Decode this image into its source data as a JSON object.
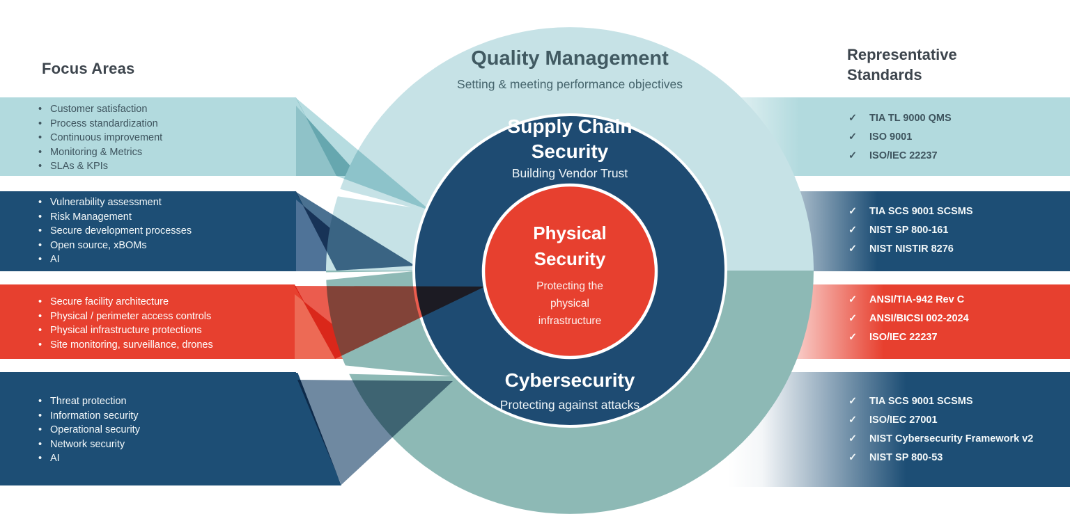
{
  "headings": {
    "left": "Focus Areas",
    "right_line1": "Representative",
    "right_line2": "Standards"
  },
  "rings": {
    "quality": {
      "title": "Quality Management",
      "subtitle": "Setting & meeting performance objectives"
    },
    "supply_chain": {
      "title_lines": [
        "Supply Chain",
        "Security"
      ],
      "subtitle": "Building Vendor Trust"
    },
    "physical": {
      "title_lines": [
        "Physical",
        "Security"
      ],
      "subtitle_lines": [
        "Protecting the",
        "physical",
        "infrastructure"
      ]
    },
    "cyber": {
      "title": "Cybersecurity",
      "subtitle": "Protecting against attacks"
    }
  },
  "focus_areas": [
    {
      "ring": "Quality Management",
      "items": [
        "Customer satisfaction",
        "Process standardization",
        "Continuous improvement",
        "Monitoring & Metrics",
        "SLAs & KPIs"
      ]
    },
    {
      "ring": "Supply Chain Security",
      "items": [
        "Vulnerability assessment",
        "Risk Management",
        "Secure development processes",
        "Open source, xBOMs",
        "AI"
      ]
    },
    {
      "ring": "Physical Security",
      "items": [
        "Secure facility architecture",
        "Physical / perimeter access controls",
        "Physical infrastructure protections",
        "Site monitoring, surveillance, drones"
      ]
    },
    {
      "ring": "Cybersecurity",
      "items": [
        "Threat protection",
        "Information security",
        "Operational security",
        "Network security",
        "AI"
      ]
    }
  ],
  "standards": [
    {
      "ring": "Quality Management",
      "items": [
        "TIA TL 9000 QMS",
        "ISO 9001",
        "ISO/IEC 22237"
      ]
    },
    {
      "ring": "Supply Chain Security",
      "items": [
        "TIA SCS 9001 SCSMS",
        "NIST SP 800-161",
        "NIST NISTIR 8276"
      ]
    },
    {
      "ring": "Physical Security",
      "items": [
        "ANSI/TIA-942 Rev C",
        "ANSI/BICSI 002-2024",
        "ISO/IEC 22237"
      ]
    },
    {
      "ring": "Cybersecurity",
      "items": [
        "TIA SCS 9001 SCSMS",
        "ISO/IEC 27001",
        "NIST Cybersecurity Framework v2",
        "NIST SP 800-53"
      ]
    }
  ],
  "markers": {
    "bullet": "•",
    "check": "✓"
  },
  "colors": {
    "teal_light": "#b2dade",
    "teal_ring": "#c6e2e6",
    "teal_mid": "#8fc2c8",
    "sage": "#8db9b5",
    "navy": "#1d4e75",
    "navy_circle": "#1e4b72",
    "red": "#e7402f",
    "salmon": "#ed6a55",
    "steel": "#4f7398",
    "steel_beam": "#3f6182",
    "text_slate": "#3e545e",
    "heading_gray": "#3d454d",
    "white": "#ffffff"
  }
}
